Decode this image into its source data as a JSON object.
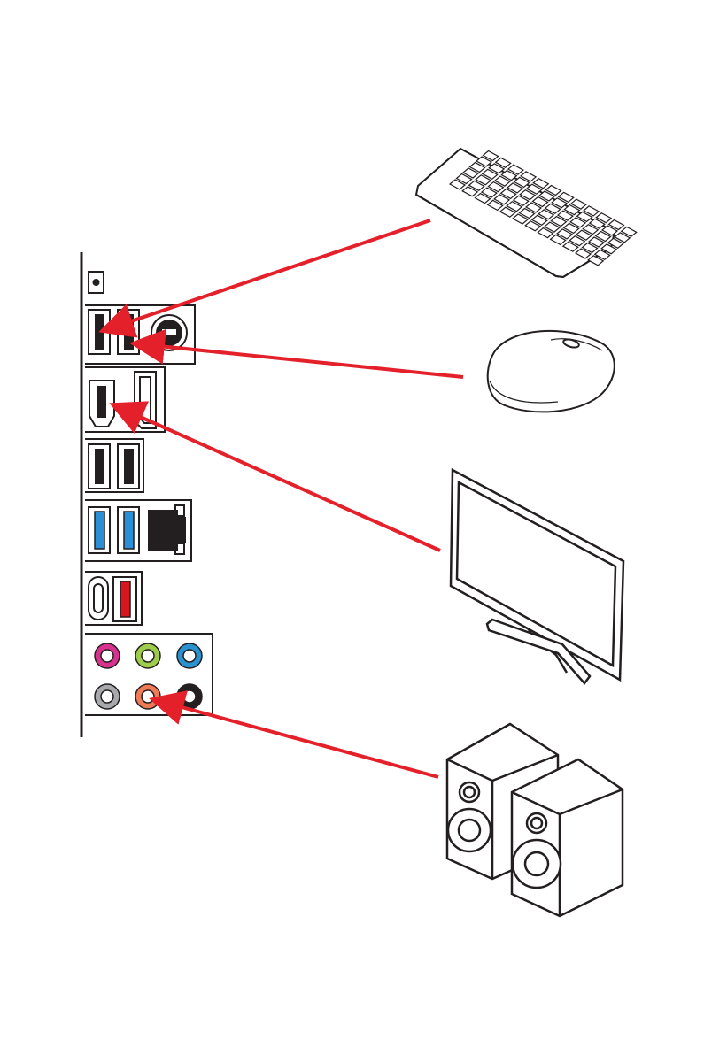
{
  "diagram": {
    "connections": [
      {
        "device": "keyboard",
        "port": "usb-2-left"
      },
      {
        "device": "mouse",
        "port": "usb-2-right"
      },
      {
        "device": "monitor",
        "port": "hdmi-port"
      },
      {
        "device": "speakers",
        "port": "audio-line-out-orange"
      }
    ]
  },
  "colors": {
    "arrow": "#e4202a",
    "outline": "#231f20",
    "usb3_blue": "#2a8fd6",
    "usb_red": "#d7161f",
    "audio_pink": "#d9328e",
    "audio_green": "#9fcc4b",
    "audio_blue": "#2a93cf",
    "audio_gray": "#a7a9ac",
    "audio_orange": "#ef7a55",
    "audio_black": "#231f20"
  },
  "icons": [
    "keyboard-icon",
    "mouse-icon",
    "monitor-icon",
    "speakers-icon",
    "io-panel-icon"
  ]
}
